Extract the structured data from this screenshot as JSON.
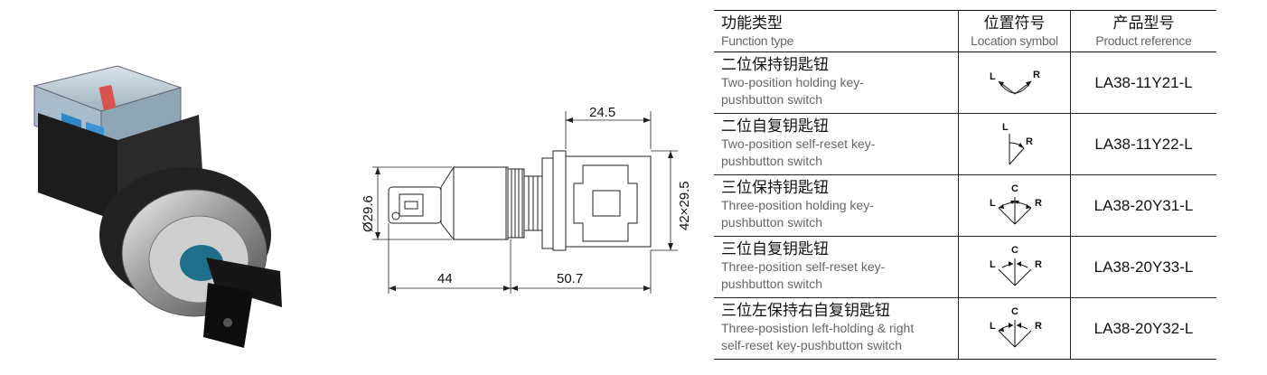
{
  "drawing": {
    "dim_top": "24.5",
    "dim_diameter": "Ø29.6",
    "dim_height": "42×29.5",
    "dim_left": "44",
    "dim_right": "50.7"
  },
  "table": {
    "headers": [
      {
        "cn": "功能类型",
        "en": "Function type"
      },
      {
        "cn": "位置符号",
        "en": "Location symbol"
      },
      {
        "cn": "产品型号",
        "en": "Product reference"
      }
    ],
    "rows": [
      {
        "cn": "二位保持钥匙钮",
        "en1": "Two-position holding key-",
        "en2": "pushbutton switch",
        "symbol_labels": [
          "L",
          "R"
        ],
        "ref": "LA38-11Y21-L"
      },
      {
        "cn": "二位自复钥匙钮",
        "en1": "Two-position self-reset key-",
        "en2": "pushbutton switch",
        "symbol_labels": [
          "L",
          "R"
        ],
        "ref": "LA38-11Y22-L"
      },
      {
        "cn": "三位保持钥匙钮",
        "en1": "Three-position holding key-",
        "en2": "pushbutton switch",
        "symbol_labels": [
          "L",
          "C",
          "R"
        ],
        "ref": "LA38-20Y31-L"
      },
      {
        "cn": "三位自复钥匙钮",
        "en1": "Three-position self-reset key-",
        "en2": "pushbutton switch",
        "symbol_labels": [
          "L",
          "C",
          "R"
        ],
        "ref": "LA38-20Y33-L"
      },
      {
        "cn": "三位左保持右自复钥匙钮",
        "en1": "Three-posistion left-holding & right",
        "en2": "self-reset key-pushbutton switch",
        "symbol_labels": [
          "L",
          "C",
          "R"
        ],
        "ref": "LA38-20Y32-L"
      }
    ]
  }
}
